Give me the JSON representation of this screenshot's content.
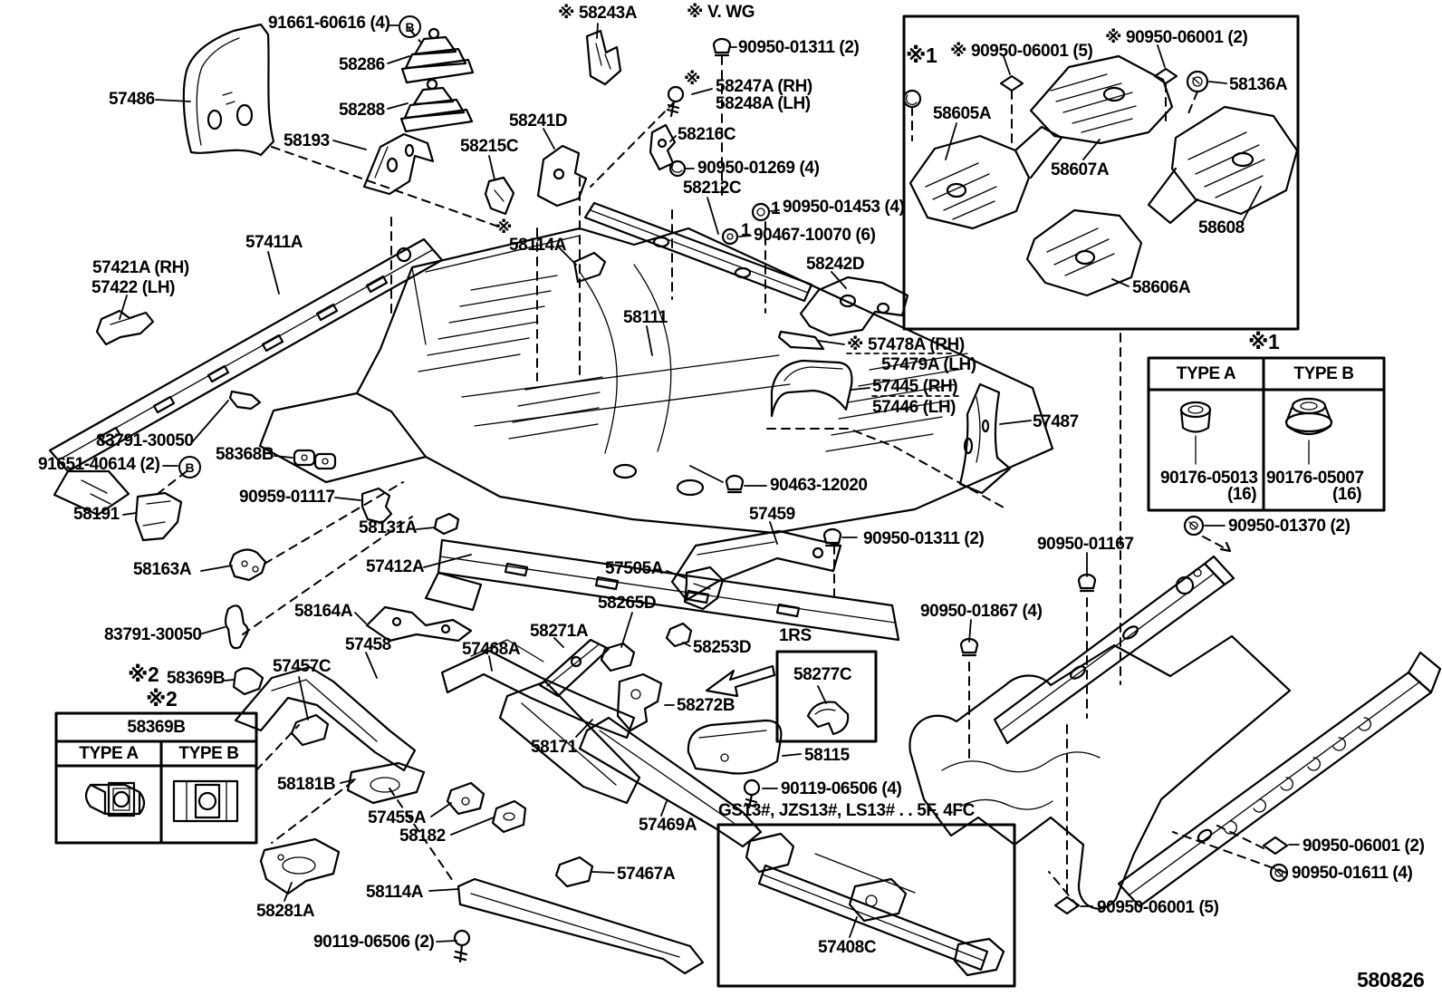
{
  "labels": {
    "ast": "※",
    "ast1": "※1",
    "ast2": "※2",
    "marker1": "1",
    "circled_b": "B",
    "type_a": "TYPE A",
    "type_b": "TYPE B",
    "p91661_60616": "91661-60616 (4)",
    "p58286": "58286",
    "p57486": "57486",
    "p58288": "58288",
    "p58193": "58193",
    "p58215C": "58215C",
    "p58241D": "58241D",
    "p58243A": "※ 58243A",
    "pVWG": "※ V. WG",
    "p90950_01311": "90950-01311 (2)",
    "p58247A": "58247A (RH)",
    "p58248A": "58248A (LH)",
    "p58216C": "58216C",
    "p90950_01269": "90950-01269 (4)",
    "p58212C": "58212C",
    "p90950_01453": "90950-01453 (4)",
    "p90467_10070": "90467-10070 (6)",
    "p58114A": "58114A",
    "p58242D": "58242D",
    "p58111": "58111",
    "p57478A": "※ 57478A (RH)",
    "p57479A": "57479A (LH)",
    "p57445": "57445 (RH)",
    "p57446": "57446 (LH)",
    "p57487": "57487",
    "p57411A": "57411A",
    "p57421A": "57421A (RH)",
    "p57422": "57422   (LH)",
    "p83791_30050": "83791-30050",
    "p58368B": "58368B",
    "p91651_40614": "91651-40614 (2)",
    "p58191": "58191",
    "p90959_01117": "90959-01117",
    "p58131A": "58131A",
    "p58163A": "58163A",
    "p57412A": "57412A",
    "p90463_12020": "90463-12020",
    "p57459": "57459",
    "p57505A": "57505A",
    "p58265D": "58265D",
    "p58164A": "58164A",
    "p57458": "57458",
    "p58271A": "58271A",
    "p57468A": "57468A",
    "p57457C": "57457C",
    "p58369B": "58369B",
    "p58253D": "58253D",
    "p1RS": "1RS",
    "p58277C": "58277C",
    "p58272B": "58272B",
    "p58171": "58171",
    "p58115": "58115",
    "p58181B": "58181B",
    "p90119_06506_4": "90119-06506 (4)",
    "pGS13": "GS13#, JZS13#, LS13# . . 5F, 4FC",
    "p57455A": "57455A",
    "p58182": "58182",
    "p57469A": "57469A",
    "p57467A": "57467A",
    "p58281A": "58281A",
    "p90119_06506_2": "90119-06506 (2)",
    "p57408C": "57408C",
    "p90950_01867": "90950-01867 (4)",
    "p90950_01167": "90950-01167",
    "p90950_01370": "90950-01370 (2)",
    "p90176_05013": "90176-05013",
    "p90176_05007": "90176-05007",
    "p16": "(16)",
    "pa90950_06001_5": "※ 90950-06001 (5)",
    "pa90950_06001_2": "※ 90950-06001 (2)",
    "pb90950_06001_5": "90950-06001 (5)",
    "pb90950_06001_2": "90950-06001 (2)",
    "p90950_01611": "90950-01611 (4)",
    "p58136A": "58136A",
    "p58605A": "58605A",
    "p58607A": "58607A",
    "p58608": "58608",
    "p58606A": "58606A",
    "drawing_number": "580826"
  }
}
